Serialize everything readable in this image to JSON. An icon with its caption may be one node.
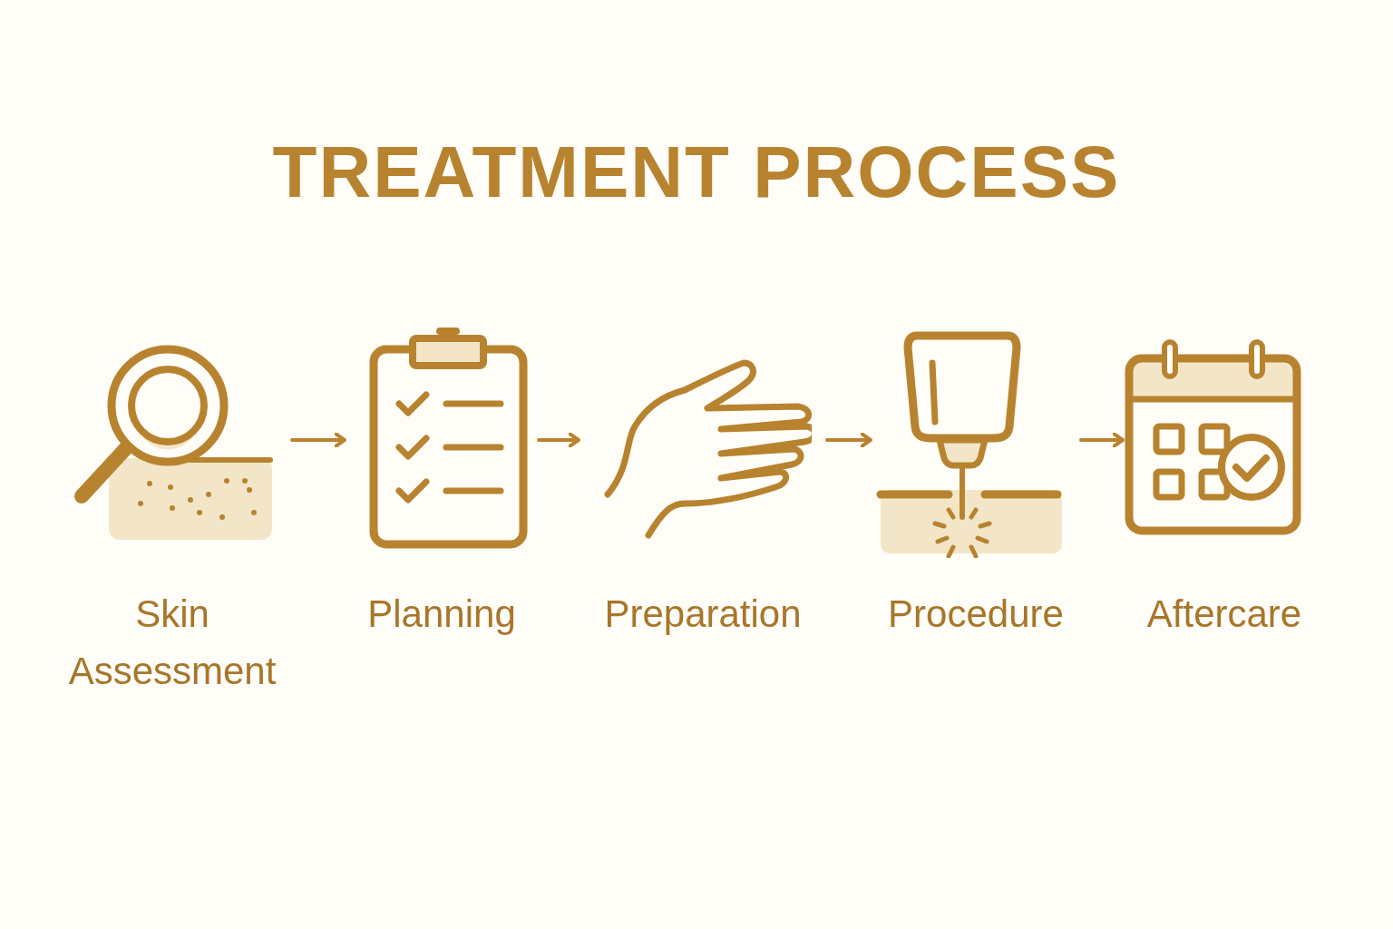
{
  "diagram": {
    "title": "TREATMENT PROCESS",
    "nodes": [
      {
        "text": [
          "Skin Assessment"
        ]
      },
      {
        "text": [
          "Planning"
        ]
      },
      {
        "text": [
          "Preparation"
        ]
      },
      {
        "text": [
          "Procedure"
        ]
      },
      {
        "text": [
          "Aftercare"
        ]
      }
    ],
    "edges": [
      {
        "from": 0,
        "to": 1,
        "arrow": "to"
      },
      {
        "from": 1,
        "to": 2,
        "arrow": "to"
      },
      {
        "from": 2,
        "to": 3,
        "arrow": "to"
      },
      {
        "from": 3,
        "to": 4,
        "arrow": "to"
      }
    ]
  }
}
